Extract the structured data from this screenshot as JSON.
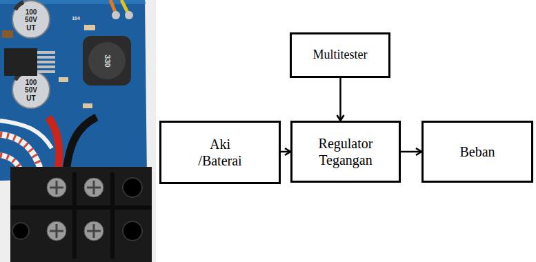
{
  "diagram": {
    "nodes": [
      {
        "text": [
          "Multitester"
        ]
      },
      {
        "text": [
          "Aki /Baterai"
        ]
      },
      {
        "text": [
          "Regulator Tegangan"
        ]
      },
      {
        "text": [
          "Beban"
        ]
      }
    ],
    "edges": [
      {
        "from": 1,
        "to": 2,
        "arrow": "to"
      },
      {
        "from": 0,
        "to": 2,
        "arrow": "to"
      },
      {
        "from": 2,
        "to": 3,
        "arrow": "to"
      }
    ],
    "labels": [
      "100",
      "50V",
      "UT",
      "100",
      "50V",
      "UT",
      "330",
      "104"
    ]
  }
}
